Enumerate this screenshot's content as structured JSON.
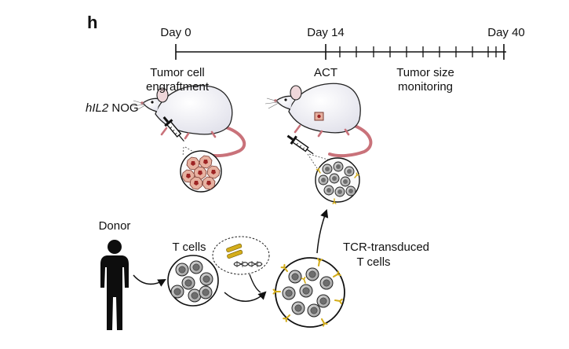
{
  "panel_label": "h",
  "timeline": {
    "day_start": "Day 0",
    "day_act": "Day 14",
    "day_end": "Day 40"
  },
  "events": {
    "engraftment_line1": "Tumor cell",
    "engraftment_line2": "engraftment",
    "act": "ACT",
    "monitoring_line1": "Tumor size",
    "monitoring_line2": "monitoring"
  },
  "mouse_strain": {
    "gene": "hIL2",
    "name": "NOG"
  },
  "donor_label": "Donor",
  "t_cells_label": "T cells",
  "transduced_line1": "TCR-transduced",
  "transduced_line2": "T cells",
  "colors": {
    "mouse_body": "#f1f0f6",
    "mouse_tail": "#c9727a",
    "tumor_cell": "#e7b1a0",
    "tumor_nucleus": "#9d2424",
    "t_cell": "#bdbdbd",
    "t_cell_nucleus": "#6e6e6e",
    "tcr": "#d4ad1a",
    "donor": "#0d0d0d"
  }
}
